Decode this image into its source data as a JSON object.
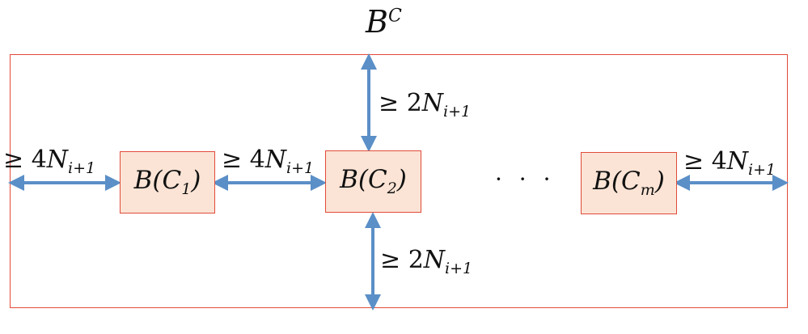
{
  "title": {
    "base": "B",
    "sup": "C"
  },
  "boxes": [
    {
      "pre": "B(C",
      "sub": "1",
      "post": ")"
    },
    {
      "pre": "B(C",
      "sub": "2",
      "post": ")"
    },
    {
      "pre": "B(C",
      "sub": "m",
      "post": ")"
    }
  ],
  "ellipsis": "· · ·",
  "labels": {
    "left_outer": {
      "rel": "≥",
      "coef": "4",
      "var": "N",
      "sub": "i+1"
    },
    "between_1_2": {
      "rel": "≥",
      "coef": "4",
      "var": "N",
      "sub": "i+1"
    },
    "right_outer": {
      "rel": "≥",
      "coef": "4",
      "var": "N",
      "sub": "i+1"
    },
    "top": {
      "rel": "≥",
      "coef": "2",
      "var": "N",
      "sub": "i+1"
    },
    "bottom": {
      "rel": "≥",
      "coef": "2",
      "var": "N",
      "sub": "i+1"
    }
  },
  "colors": {
    "frame": "#e34a3a",
    "box_fill": "#fbe4d5",
    "box_border": "#e04b3a",
    "arrow": "#5b8fc7"
  }
}
